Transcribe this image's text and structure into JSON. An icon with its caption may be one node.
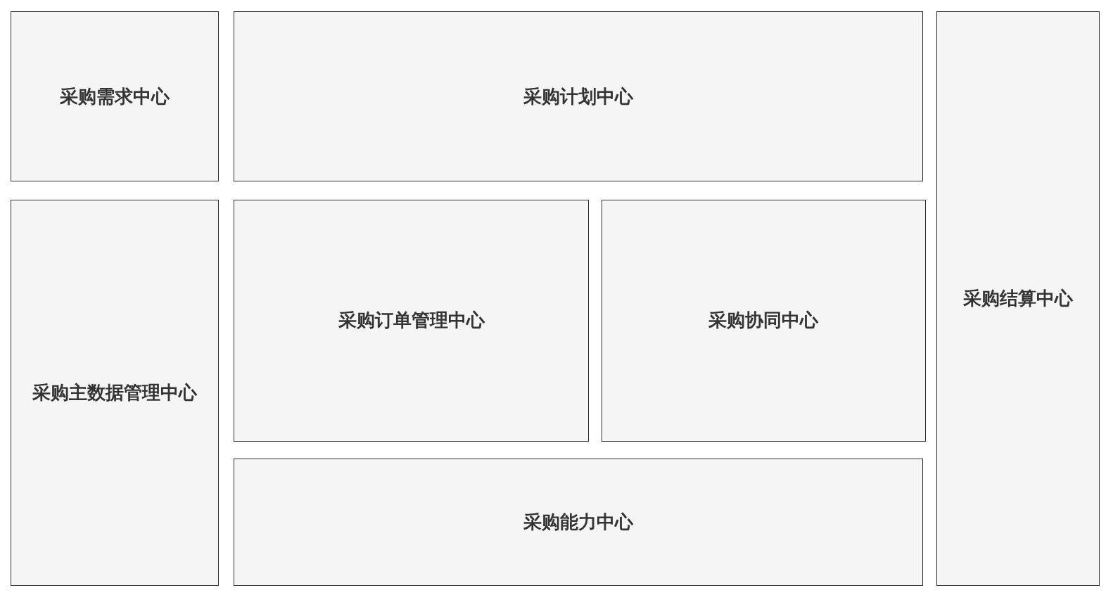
{
  "diagram": {
    "nodes": [
      {
        "text": [
          "采购需求中心"
        ]
      },
      {
        "text": [
          "采购计划中心"
        ]
      },
      {
        "text": [
          "采购结算中心"
        ]
      },
      {
        "text": [
          "采购主数据管理中心"
        ]
      },
      {
        "text": [
          "采购订单管理中心"
        ]
      },
      {
        "text": [
          "采购协同中心"
        ]
      },
      {
        "text": [
          "采购能力中心"
        ]
      }
    ]
  }
}
